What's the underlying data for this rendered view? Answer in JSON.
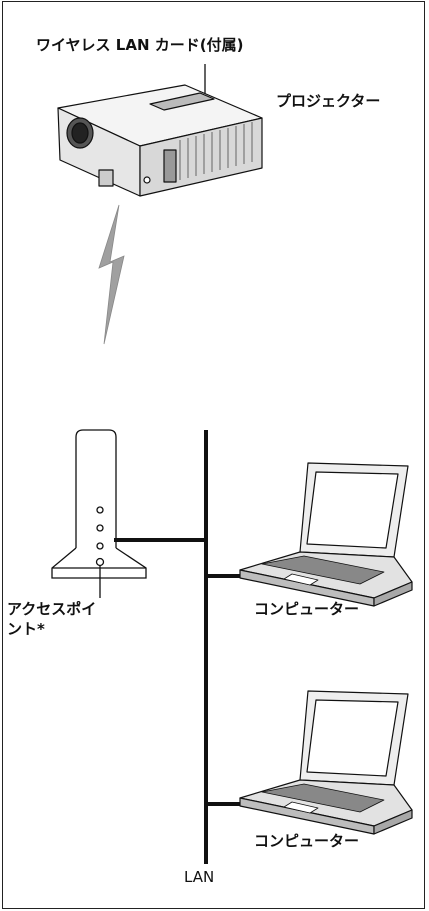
{
  "labels": {
    "wireless_card": "ワイヤレス LAN カード(付属)",
    "projector": "プロジェクター",
    "access_point": "アクセスポイント*",
    "computer_1": "コンピューター",
    "computer_2": "コンピューター",
    "lan": "LAN"
  },
  "colors": {
    "line": "#111111",
    "device_fill": "#ffffff",
    "device_shade": "#cfcfcf",
    "lightning": "#9a9a9a"
  }
}
